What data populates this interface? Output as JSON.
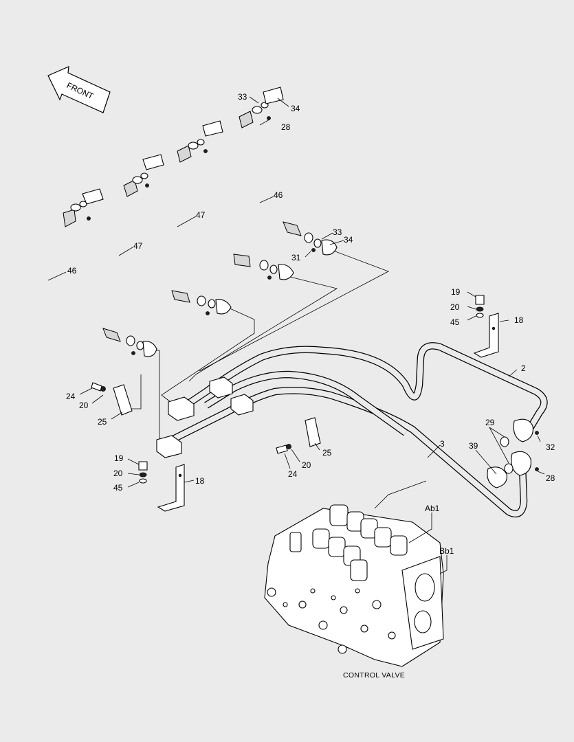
{
  "diagram": {
    "direction_label": "FRONT",
    "caption": "CONTROL VALVE",
    "callouts": {
      "c33a": "33",
      "c34a": "34",
      "c28a": "28",
      "c46a": "46",
      "c47a": "47",
      "c47b": "47",
      "c46b": "46",
      "c33b": "33",
      "c34b": "34",
      "c31": "31",
      "c19a": "19",
      "c20a": "20",
      "c45a": "45",
      "c18a": "18",
      "c2": "2",
      "c24a": "24",
      "c20b": "20",
      "c25a": "25",
      "c29": "29",
      "c32": "32",
      "c3": "3",
      "c39": "39",
      "c28b": "28",
      "c25b": "25",
      "c24b": "24",
      "c20c": "20",
      "c19b": "19",
      "c20d": "20",
      "c45b": "45",
      "c18b": "18",
      "cAb1": "Ab1",
      "cBb1": "Bb1"
    }
  }
}
